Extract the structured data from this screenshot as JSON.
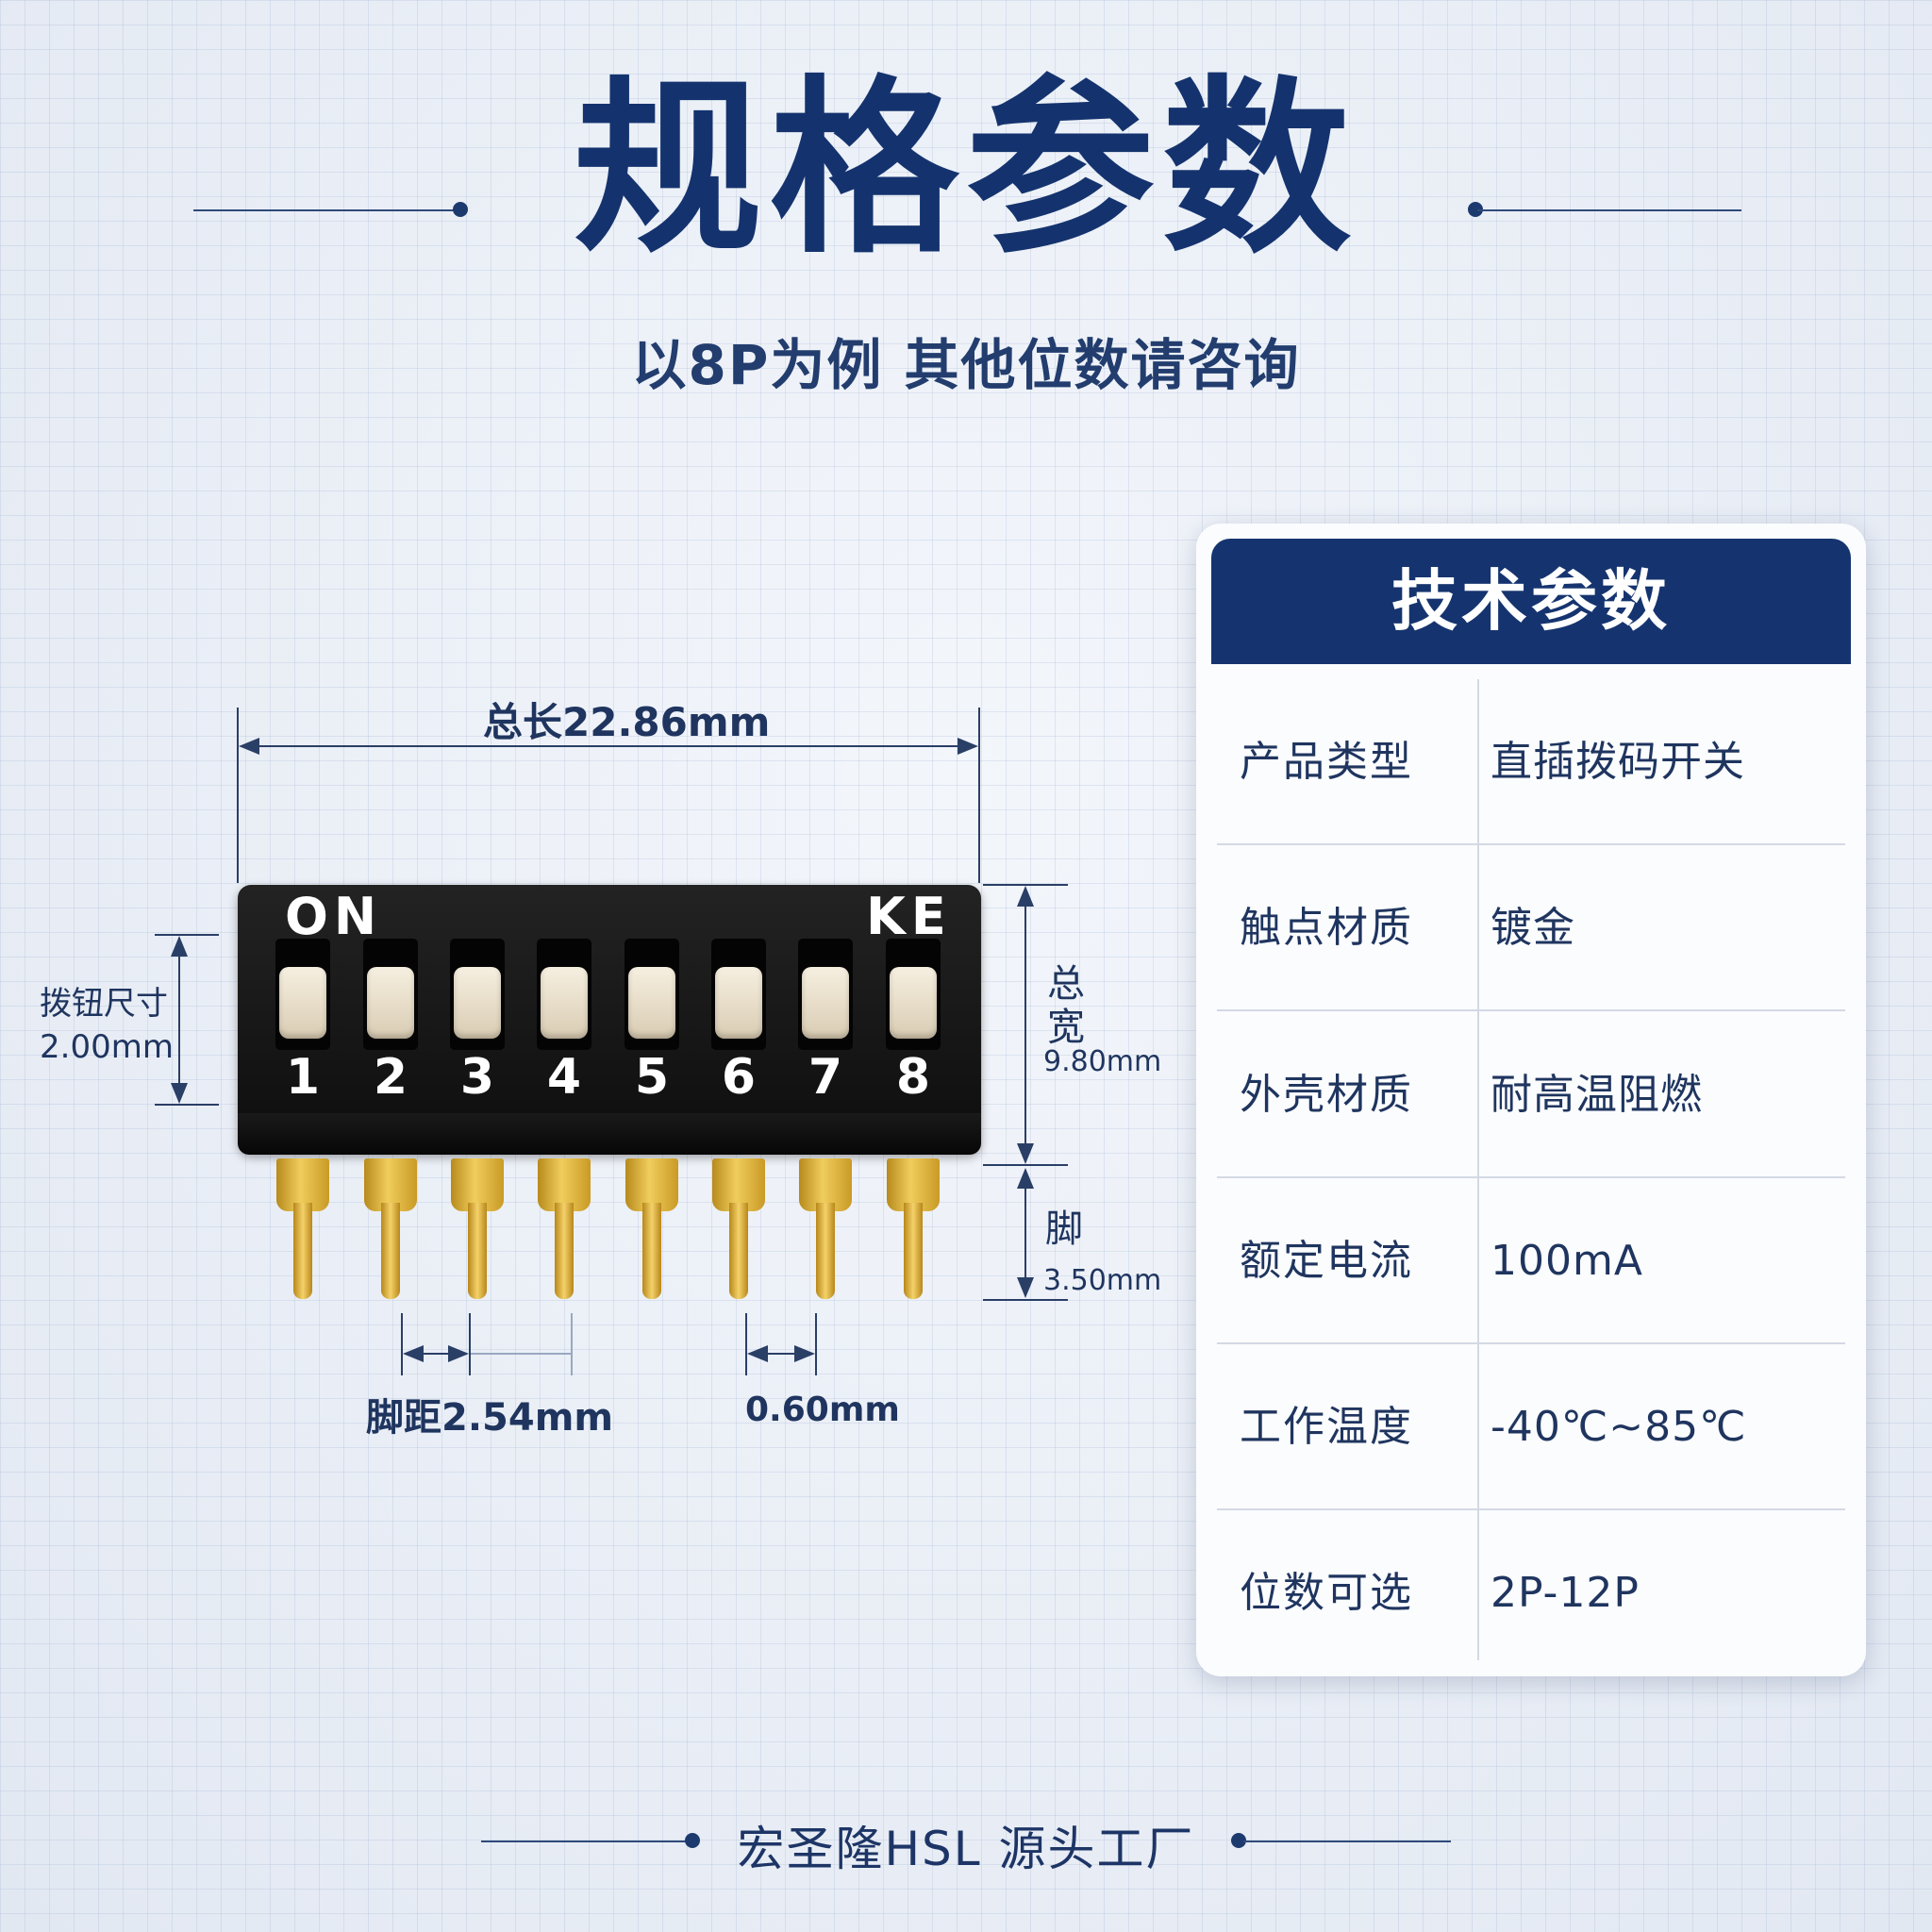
{
  "header": {
    "title": "规格参数",
    "subtitle": "以8P为例 其他位数请咨询"
  },
  "switch": {
    "on_label": "ON",
    "brand_label": "KE",
    "positions": [
      "1",
      "2",
      "3",
      "4",
      "5",
      "6",
      "7",
      "8"
    ]
  },
  "dimensions": {
    "total_length": "总长22.86mm",
    "knob_size_label": "拨钮尺寸",
    "knob_size_value": "2.00mm",
    "total_width_label_1": "总",
    "total_width_label_2": "宽",
    "total_width_value": "9.80mm",
    "pin_length_label": "脚",
    "pin_length_value": "3.50mm",
    "pin_pitch": "脚距2.54mm",
    "pin_thickness": "0.60mm"
  },
  "specs": {
    "title": "技术参数",
    "rows": [
      {
        "label": "产品类型",
        "value": "直插拨码开关"
      },
      {
        "label": "触点材质",
        "value": "镀金"
      },
      {
        "label": "外壳材质",
        "value": "耐高温阻燃"
      },
      {
        "label": "额定电流",
        "value": "100mA"
      },
      {
        "label": "工作温度",
        "value": "-40℃~85℃"
      },
      {
        "label": "位数可选",
        "value": "2P-12P"
      }
    ]
  },
  "footer": {
    "text": "宏圣隆HSL  源头工厂"
  },
  "colors": {
    "navy": "#15346f",
    "background": "#e9eef6",
    "gold": "#e0b53f"
  }
}
